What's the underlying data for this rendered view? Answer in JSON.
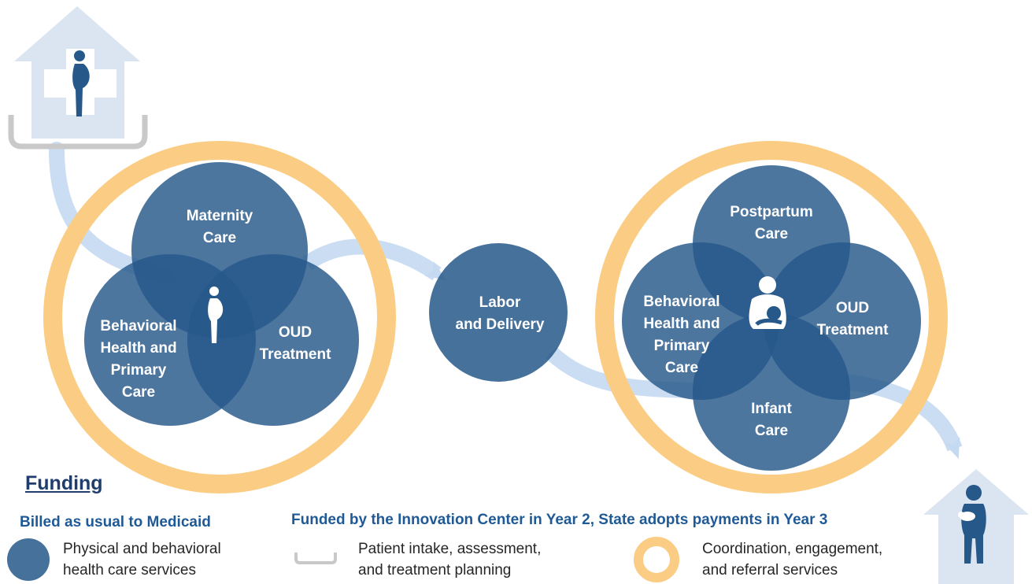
{
  "colors": {
    "service_circle": "#26588a",
    "coordination_ring": "#fbcd84",
    "intake_bracket": "#c9c9c9",
    "house": "#dbe5f1",
    "flow_arrow": "#c5d9f1",
    "heading_blue": "#1f5a96",
    "title_navy": "#1f3d6d"
  },
  "icons": {
    "start_house": "pregnant-woman-house-icon",
    "end_house": "mother-with-infant-house-icon",
    "prenatal_center": "pregnant-woman-icon",
    "postpartum_center": "breastfeeding-mother-icon"
  },
  "prenatal": {
    "maternity_care": [
      "Maternity",
      "Care"
    ],
    "behavioral_health": [
      "Behavioral",
      "Health and",
      "Primary",
      "Care"
    ],
    "oud_treatment": [
      "OUD",
      "Treatment"
    ]
  },
  "labor_delivery": [
    "Labor",
    "and Delivery"
  ],
  "postpartum": {
    "postpartum_care": [
      "Postpartum",
      "Care"
    ],
    "behavioral_health": [
      "Behavioral",
      "Health and",
      "Primary",
      "Care"
    ],
    "oud_treatment": [
      "OUD",
      "Treatment"
    ],
    "infant_care": [
      "Infant",
      "Care"
    ]
  },
  "legend": {
    "title": "Funding",
    "medicaid_heading": "Billed as usual to Medicaid",
    "innovation_heading": "Funded by the Innovation Center in Year 2, State adopts payments in Year 3",
    "items": [
      {
        "symbol": "filled-circle",
        "lines": [
          "Physical and behavioral",
          "health care services"
        ]
      },
      {
        "symbol": "bracket",
        "lines": [
          "Patient intake, assessment,",
          "and treatment planning"
        ]
      },
      {
        "symbol": "ring",
        "lines": [
          "Coordination, engagement,",
          "and referral services"
        ]
      }
    ]
  }
}
